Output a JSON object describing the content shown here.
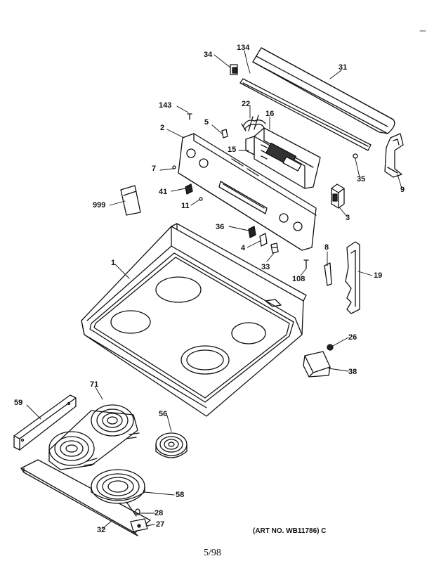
{
  "callouts": {
    "p34": "34",
    "p134": "134",
    "p31": "31",
    "p143": "143",
    "p22": "22",
    "p16": "16",
    "p5": "5",
    "p2": "2",
    "p15": "15",
    "p7": "7",
    "p35": "35",
    "p9": "9",
    "p41": "41",
    "p999": "999",
    "p11": "11",
    "p3": "3",
    "p36": "36",
    "p4": "4",
    "p8": "8",
    "p33": "33",
    "p1": "1",
    "p19": "19",
    "p108": "108",
    "p26": "26",
    "p38": "38",
    "p71": "71",
    "p59": "59",
    "p56": "56",
    "p58": "58",
    "p28": "28",
    "p27": "27",
    "p32": "32"
  },
  "footer": {
    "art_number": "(ART NO. WB11786) C",
    "page_code": "5/98"
  }
}
